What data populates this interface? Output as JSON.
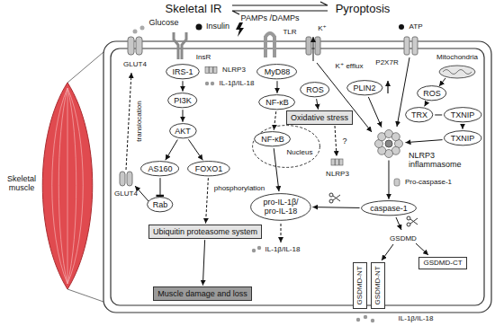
{
  "diagram": {
    "nodes": [
      {
        "text": [
          "IRS-1"
        ]
      },
      {
        "text": [
          "PI3K"
        ]
      },
      {
        "text": [
          "AKT"
        ]
      },
      {
        "text": [
          "AS160"
        ]
      },
      {
        "text": [
          "FOXO1"
        ]
      },
      {
        "text": [
          "Rab"
        ]
      },
      {
        "text": [
          "Ubiquitin proteasome system"
        ]
      },
      {
        "text": [
          "Muscle damage and loss"
        ]
      },
      {
        "text": [
          "MyD88"
        ]
      },
      {
        "text": [
          "NF-κB"
        ]
      },
      {
        "text": [
          "ROS"
        ]
      },
      {
        "text": [
          "Oxidative stress"
        ]
      },
      {
        "text": [
          "Nucleus"
        ]
      },
      {
        "text": [
          "NF-κB"
        ],
        "in": 12
      },
      {
        "text": [
          "pro-IL-1β/ pro-IL-18"
        ]
      },
      {
        "text": [
          "PLIN2"
        ]
      },
      {
        "text": [
          "ROS"
        ]
      },
      {
        "text": [
          "TRX"
        ]
      },
      {
        "text": [
          "TXNIP"
        ]
      },
      {
        "text": [
          "TXNIP"
        ]
      },
      {
        "text": [
          "NLRP3 inflammasome"
        ]
      },
      {
        "text": [
          "caspase-1"
        ]
      },
      {
        "text": [
          "GSDMD-CT"
        ]
      },
      {
        "text": [
          "GSDMD-NT"
        ]
      },
      {
        "text": [
          "GSDMD-NT"
        ]
      }
    ],
    "edges": [
      {
        "from": 0,
        "to": 1,
        "arrow": "to"
      },
      {
        "from": 1,
        "to": 2,
        "arrow": "to"
      },
      {
        "from": 2,
        "to": 3,
        "arrow": "to"
      },
      {
        "from": 2,
        "to": 4,
        "arrow": "to"
      },
      {
        "from": 3,
        "to": 5,
        "arrow": "none"
      },
      {
        "from": 4,
        "to": 6,
        "arrow": "to"
      },
      {
        "from": 6,
        "to": 7,
        "arrow": "to"
      },
      {
        "from": 8,
        "to": 9,
        "arrow": "to"
      },
      {
        "from": 9,
        "to": 13,
        "arrow": "to"
      },
      {
        "from": 10,
        "to": 11,
        "arrow": "to"
      },
      {
        "from": 13,
        "to": 14,
        "arrow": "to"
      },
      {
        "from": 15,
        "to": 20,
        "arrow": "to"
      },
      {
        "from": 16,
        "to": 17,
        "arrow": "to"
      },
      {
        "from": 17,
        "to": 18,
        "arrow": "none"
      },
      {
        "from": 18,
        "to": 19,
        "arrow": "to"
      },
      {
        "from": 19,
        "to": 20,
        "arrow": "to"
      },
      {
        "from": 20,
        "to": 21,
        "arrow": "to"
      },
      {
        "from": 21,
        "to": 14,
        "arrow": "to"
      }
    ],
    "labels": [
      "Skeletal IR",
      "Pyroptosis",
      "Skeletal muscle",
      "Glucose",
      "Insulin",
      "GLUT4",
      "InsR",
      "NLRP3",
      "IL-1β/IL-18",
      "translocation",
      "GLUT4",
      "phosphorylation",
      "PAMPs /DAMPs",
      "TLR",
      "K⁺",
      "K⁺ efflux",
      "ATP",
      "P2X7R",
      "Mitochondria",
      "?",
      "NLRP3",
      "Pro-caspase-1",
      "IL-1β/IL-18",
      "GSDMD",
      "IL-1β/IL-18"
    ]
  }
}
